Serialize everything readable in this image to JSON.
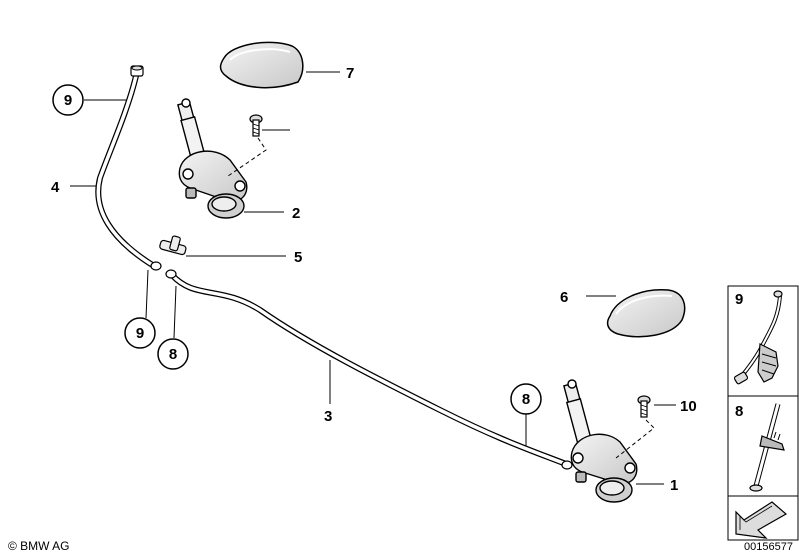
{
  "callouts": {
    "c1": "1",
    "c2": "2",
    "c3": "3",
    "c4": "4",
    "c5": "5",
    "c6": "6",
    "c7": "7",
    "c8a": "8",
    "c8b": "8",
    "c9a": "9",
    "c9b": "9",
    "c10": "10"
  },
  "side_panel": {
    "top": "9",
    "middle": "8"
  },
  "footer": {
    "copyright": "© BMW AG",
    "image_number": "00156577"
  },
  "colors": {
    "line": "#000000",
    "part_fill": "#e6e6e6",
    "part_shade": "#bdbdbd",
    "background": "#ffffff"
  }
}
